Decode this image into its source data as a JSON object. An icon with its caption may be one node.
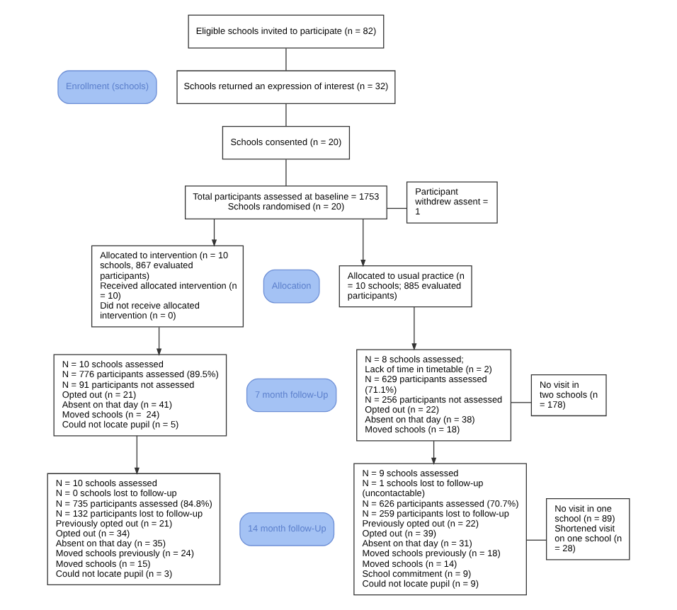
{
  "diagram": {
    "nodes": [
      {
        "text": [
          "Eligible schools invited to participate (n = 82)"
        ]
      },
      {
        "text": [
          "Enrollment (schools)"
        ]
      },
      {
        "text": [
          "Schools returned an expression of interest (n = 32)"
        ]
      },
      {
        "text": [
          "Schools consented (n = 20)"
        ]
      },
      {
        "text": [
          "Total participants assessed at baseline = 1753",
          "Schools randomised (n = 20)"
        ]
      },
      {
        "text": [
          "Participant withdrew assent = 1"
        ]
      },
      {
        "text": [
          "Allocated to intervention (n = 10 schools, 867 evaluated participants)",
          "Received allocated intervention (n = 10)",
          "Did not receive allocated intervention (n = 0)"
        ]
      },
      {
        "text": [
          "Allocation"
        ]
      },
      {
        "text": [
          "Allocated to usual practice (n = 10 schools; 885 evaluated participants)"
        ]
      },
      {
        "text": [
          "N = 10 schools assessed",
          "N = 776 participants assessed (89.5%)",
          "N = 91 participants not assessed",
          "Opted out (n = 21)",
          "Absent on that day (n = 41)",
          "Moved schools (n =  24)",
          "Could not locate pupil (n = 5)"
        ]
      },
      {
        "text": [
          "7 month follow-Up"
        ]
      },
      {
        "text": [
          "N = 8 schools assessed;",
          "Lack of time in timetable (n = 2)",
          "N = 629 participants assessed (71.1%)",
          "N = 256 participants not assessed",
          "Opted out (n = 22)",
          "Absent on that day (n = 38)",
          "Moved schools (n = 18)"
        ]
      },
      {
        "text": [
          "No visit in two schools (n = 178)"
        ]
      },
      {
        "text": [
          "N = 10 schools assessed",
          "N = 0 schools lost to follow-up",
          "N = 735 participants assessed (84.8%)",
          "N = 132 participants lost to follow-up",
          "Previously opted out (n = 21)",
          "Opted out (n = 34)",
          "Absent on that day (n = 35)",
          "Moved schools previously (n = 24)",
          "Moved schools (n = 15)",
          "Could not locate pupil (n = 3)"
        ]
      },
      {
        "text": [
          "14 month follow-Up"
        ]
      },
      {
        "text": [
          "N = 9 schools assessed",
          "N = 1 schools lost to follow-up (uncontactable)",
          "N = 626 participants assessed (70.7%)",
          "N = 259 participants lost to follow-up",
          "Previously opted out (n = 22)",
          "Opted out (n = 39)",
          "Absent on that day (n = 31)",
          "Moved schools previously (n = 18)",
          "Moved schools (n = 14)",
          "School commitment (n = 9)",
          "Could not locate pupil (n = 9)"
        ]
      },
      {
        "text": [
          "No visit in one school (n = 89)",
          "Shortened visit on one school (n = 28)"
        ]
      }
    ],
    "edges": [
      {
        "from": 0,
        "to": 2,
        "arrow": "none"
      },
      {
        "from": 2,
        "to": 3,
        "arrow": "none"
      },
      {
        "from": 3,
        "to": 4,
        "arrow": "none"
      },
      {
        "from": 4,
        "to": 5,
        "arrow": "none"
      },
      {
        "from": 4,
        "to": 6,
        "arrow": "to"
      },
      {
        "from": 4,
        "to": 8,
        "arrow": "to"
      },
      {
        "from": 6,
        "to": 9,
        "arrow": "to"
      },
      {
        "from": 8,
        "to": 11,
        "arrow": "to"
      },
      {
        "from": 11,
        "to": 12,
        "arrow": "none"
      },
      {
        "from": 9,
        "to": 13,
        "arrow": "to"
      },
      {
        "from": 11,
        "to": 15,
        "arrow": "to"
      },
      {
        "from": 15,
        "to": 16,
        "arrow": "none"
      }
    ]
  }
}
